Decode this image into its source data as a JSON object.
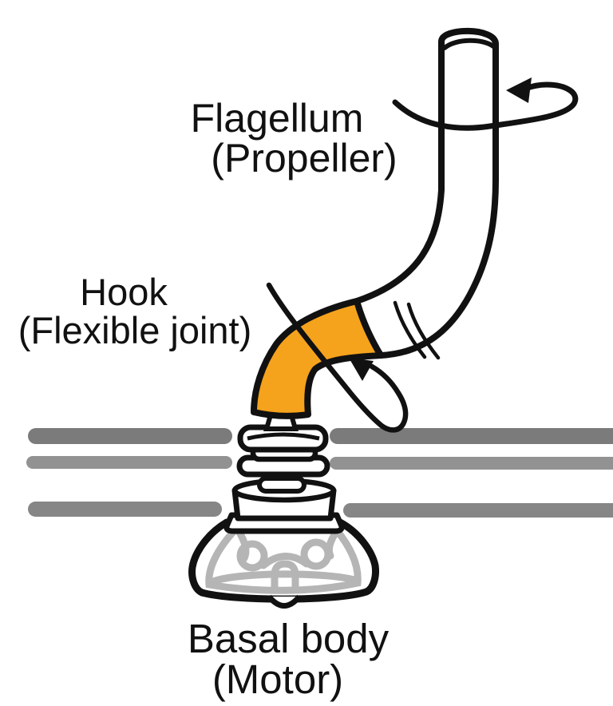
{
  "title": "Bacterial flagellum structure diagram",
  "labels": {
    "flagellum": {
      "line1": "Flagellum",
      "line2": "(Propeller)"
    },
    "hook": {
      "line1": "Hook",
      "line2": "(Flexible joint)"
    },
    "basal_body": {
      "line1": "Basal body",
      "line2": "(Motor)"
    }
  },
  "icons": {
    "top_rotation": "rotation-arrow-counterclockwise",
    "hook_rotation": "rotation-arrow-loop"
  },
  "colors": {
    "ink": "#111111",
    "hook-orange": "#F5A21C",
    "membrane-dark": "#7b7b7b",
    "membrane-mid": "#868686",
    "membrane-light": "#929292",
    "dome-detail": "#b5b5b5",
    "background": "#ffffff"
  }
}
